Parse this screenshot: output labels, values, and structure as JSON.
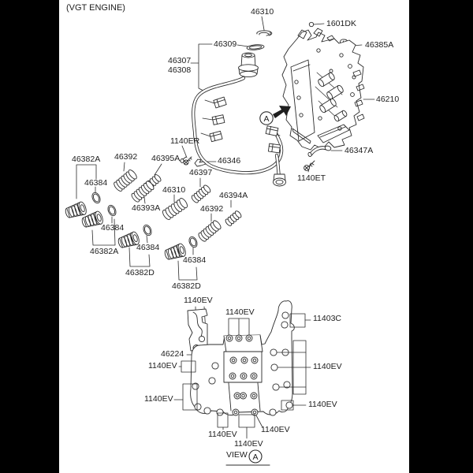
{
  "colors": {
    "ink": "#2b2b2b",
    "text": "#1c1c1c",
    "background": "#ffffff",
    "side_bars": "#000000"
  },
  "markers": {
    "arrow_marker": "A",
    "view_marker": "A"
  },
  "labels": [
    {
      "text": "(VGT ENGINE)"
    },
    {
      "text": "46310"
    },
    {
      "text": "1601DK"
    },
    {
      "text": "46309"
    },
    {
      "text": "46307"
    },
    {
      "text": "46308"
    },
    {
      "text": "46385A"
    },
    {
      "text": "46210"
    },
    {
      "text": "46347A"
    },
    {
      "text": "1140ET"
    },
    {
      "text": "1140ER"
    },
    {
      "text": "46382A"
    },
    {
      "text": "46392"
    },
    {
      "text": "46395A"
    },
    {
      "text": "46346"
    },
    {
      "text": "46397"
    },
    {
      "text": "46384"
    },
    {
      "text": "46310"
    },
    {
      "text": "46393A"
    },
    {
      "text": "46394A"
    },
    {
      "text": "46392"
    },
    {
      "text": "46384"
    },
    {
      "text": "46382A"
    },
    {
      "text": "46384"
    },
    {
      "text": "46382D"
    },
    {
      "text": "46384"
    },
    {
      "text": "46382D"
    },
    {
      "text": "1140EV"
    },
    {
      "text": "1140EV"
    },
    {
      "text": "11403C"
    },
    {
      "text": "46224"
    },
    {
      "text": "1140EV"
    },
    {
      "text": "1140EV"
    },
    {
      "text": "1140EV"
    },
    {
      "text": "1140EV"
    },
    {
      "text": "1140EV"
    },
    {
      "text": "1140EV"
    },
    {
      "text": "1140EV"
    },
    {
      "text": "VIEW"
    }
  ]
}
